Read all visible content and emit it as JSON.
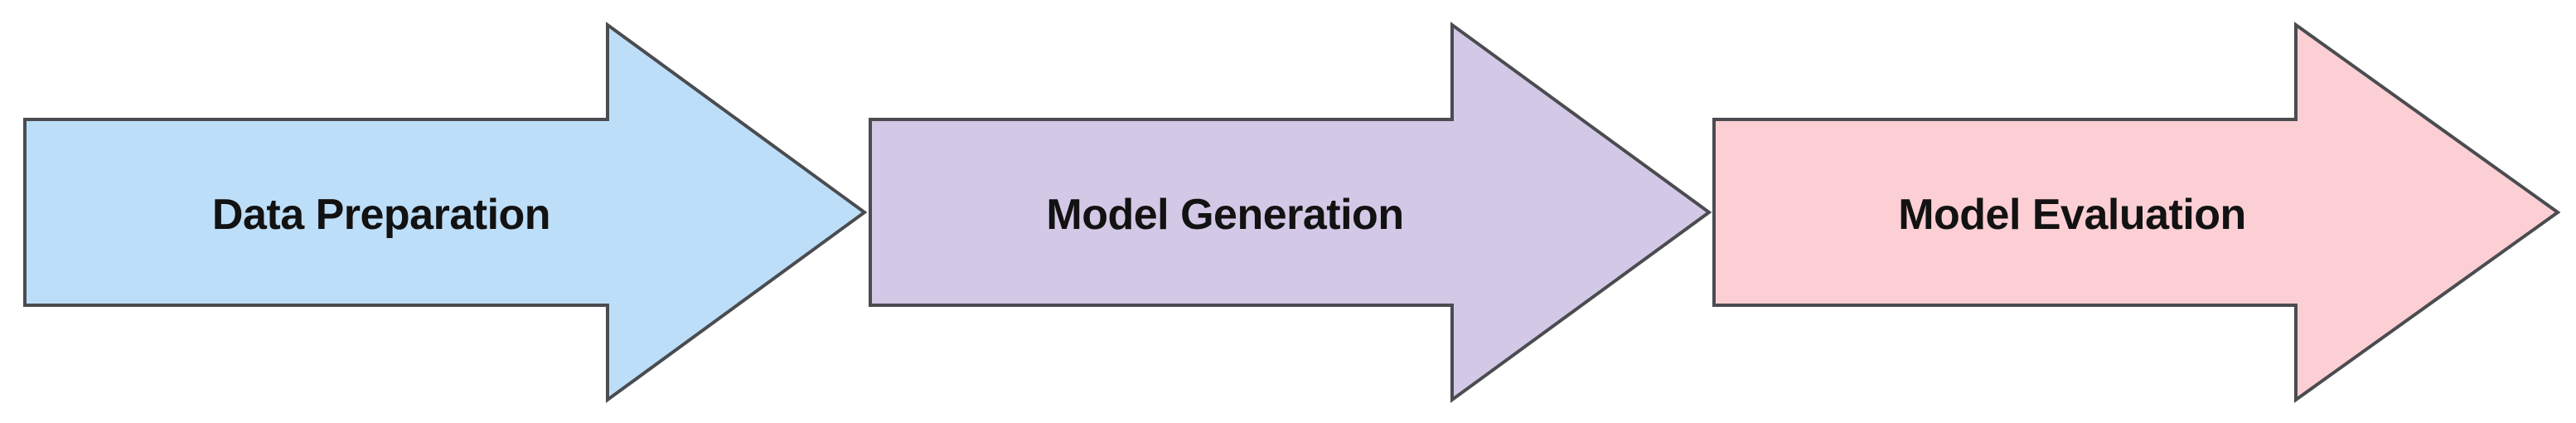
{
  "page": {
    "background_color": "#ffffff"
  },
  "diagram": {
    "type": "process-flow",
    "direction": "left-to-right",
    "stroke_color": "#4a4c50",
    "text_color": "#121212",
    "steps": [
      {
        "label": "Data Preparation",
        "fill": "#bddef8"
      },
      {
        "label": "Model Generation",
        "fill": "#d3c8e6"
      },
      {
        "label": "Model Evaluation",
        "fill": "#fccfd4"
      }
    ]
  }
}
